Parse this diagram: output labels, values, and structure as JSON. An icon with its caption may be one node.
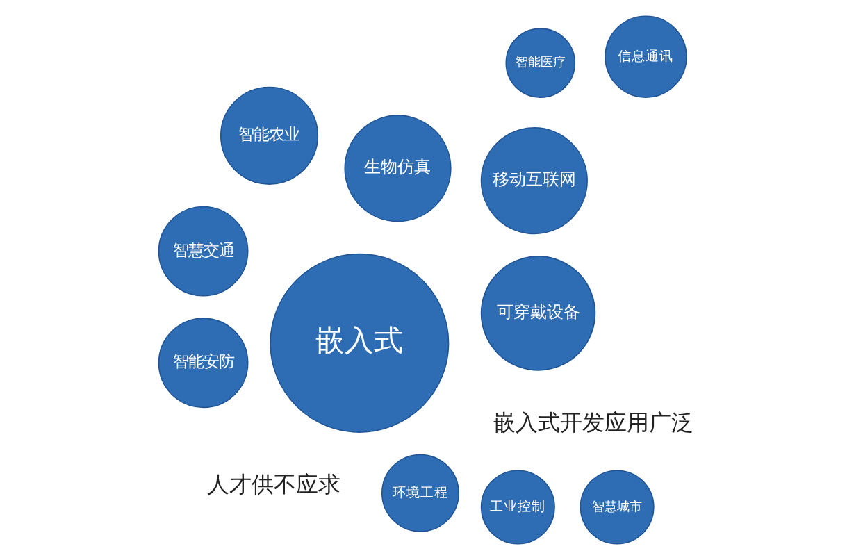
{
  "diagram": {
    "nodes": [
      {
        "text": [
          "移动互联网"
        ]
      },
      {
        "text": [
          "环境工程"
        ]
      },
      {
        "text": [
          "可穿戴设备"
        ]
      },
      {
        "text": [
          "工业控制"
        ]
      },
      {
        "text": [
          "嵌入式"
        ]
      },
      {
        "text": [
          "智慧交通"
        ]
      },
      {
        "text": [
          "智能安防"
        ]
      },
      {
        "text": [
          "智慧城市"
        ]
      },
      {
        "text": [
          "生物仿真"
        ]
      },
      {
        "text": [
          "信息通讯"
        ]
      },
      {
        "text": [
          "智能农业"
        ]
      },
      {
        "text": [
          "智能医疗"
        ]
      }
    ],
    "labels": [
      "嵌入式开发应用广泛",
      "人才供不应求"
    ]
  }
}
